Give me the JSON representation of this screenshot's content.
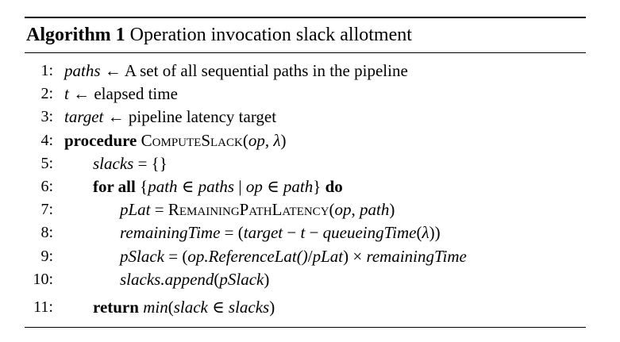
{
  "algorithm": {
    "label": "Algorithm 1",
    "title": "Operation invocation slack allotment"
  },
  "lines": [
    {
      "num": "1:",
      "text": "paths ← A set of all sequential paths in the pipeline"
    },
    {
      "num": "2:",
      "text": "t ← elapsed time"
    },
    {
      "num": "3:",
      "text": "target ← pipeline latency target"
    },
    {
      "num": "4:",
      "text": "procedure ComputeSlack(op, λ)"
    },
    {
      "num": "5:",
      "text": "slacks = {}"
    },
    {
      "num": "6:",
      "text": "for all {path ∈ paths | op ∈ path} do"
    },
    {
      "num": "7:",
      "text": "pLat = RemainingPathLatency(op, path)"
    },
    {
      "num": "8:",
      "text": "remainingTime = (target − t − queueingTime(λ))"
    },
    {
      "num": "9:",
      "text": "pSlack = (op.ReferenceLat()/pLat) × remainingTime"
    },
    {
      "num": "10:",
      "text": "slacks.append(pSlack)"
    },
    {
      "num": "11:",
      "text": "return min(slack ∈ slacks)"
    }
  ],
  "tokens": {
    "paths": "paths",
    "t": "t",
    "target": "target",
    "arrow": " ← ",
    "l1_rest": "A set of all sequential paths in the pipeline",
    "l2_rest": "elapsed time",
    "l3_rest": "pipeline latency target",
    "procedure_kw": "procedure",
    "compute_slack": "ComputeSlack",
    "op": "op",
    "lambda": "λ",
    "slacks": "slacks",
    "empty_set": " = {}",
    "for_all_kw": "for all",
    "path": "path",
    "in": " ∈ ",
    "bar": " | ",
    "do_kw": "do",
    "plat": "pLat",
    "remaining_path_latency": "RemainingPathLatency",
    "remaining_time": "remainingTime",
    "queueing_time": "queueingTime",
    "pslack": "pSlack",
    "reference_lat": "op.ReferenceLat()",
    "append": "slacks.append",
    "return_kw": "return",
    "min": "min",
    "slack": "slack"
  }
}
